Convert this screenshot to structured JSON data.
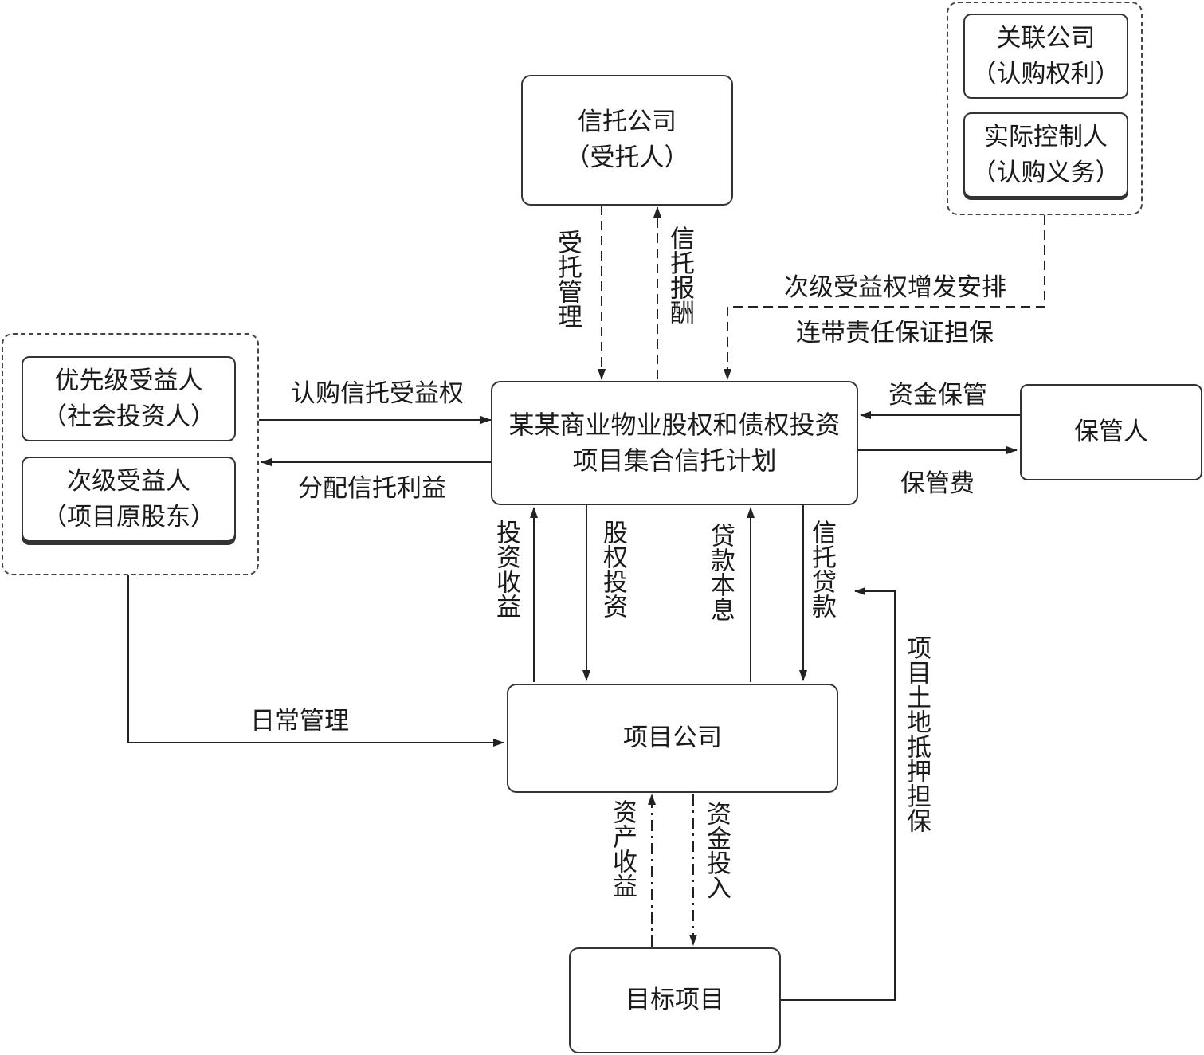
{
  "nodes": {
    "trustee": {
      "line1": "信托公司",
      "line2": "（受托人）"
    },
    "related_company": {
      "line1": "关联公司",
      "line2": "（认购权利）"
    },
    "controller": {
      "line1": "实际控制人",
      "line2": "（认购义务）"
    },
    "senior_beneficiary": {
      "line1": "优先级受益人",
      "line2": "（社会投资人）"
    },
    "junior_beneficiary": {
      "line1": "次级受益人",
      "line2": "（项目原股东）"
    },
    "trust_plan": {
      "line1": "某某商业物业股权和债权投资",
      "line2": "项目集合信托计划"
    },
    "custodian": {
      "line1": "保管人"
    },
    "project_company": {
      "line1": "项目公司"
    },
    "target_project": {
      "line1": "目标项目"
    }
  },
  "edges": {
    "trust_management": "受托管理",
    "trust_remuneration": "信托报酬",
    "subordinate_issue": "次级受益权增发安排",
    "joint_guarantee": "连带责任保证担保",
    "subscribe": "认购信托受益权",
    "distribute": "分配信托利益",
    "custody_funds": "资金保管",
    "custody_fee": "保管费",
    "investment_income": "投资收益",
    "equity_investment": "股权投资",
    "loan_principal_interest": "贷款本息",
    "trust_loan": "信托贷款",
    "daily_management": "日常管理",
    "land_mortgage": "项目土地抵押担保",
    "asset_income": "资产收益",
    "capital_input": "资金投入"
  }
}
